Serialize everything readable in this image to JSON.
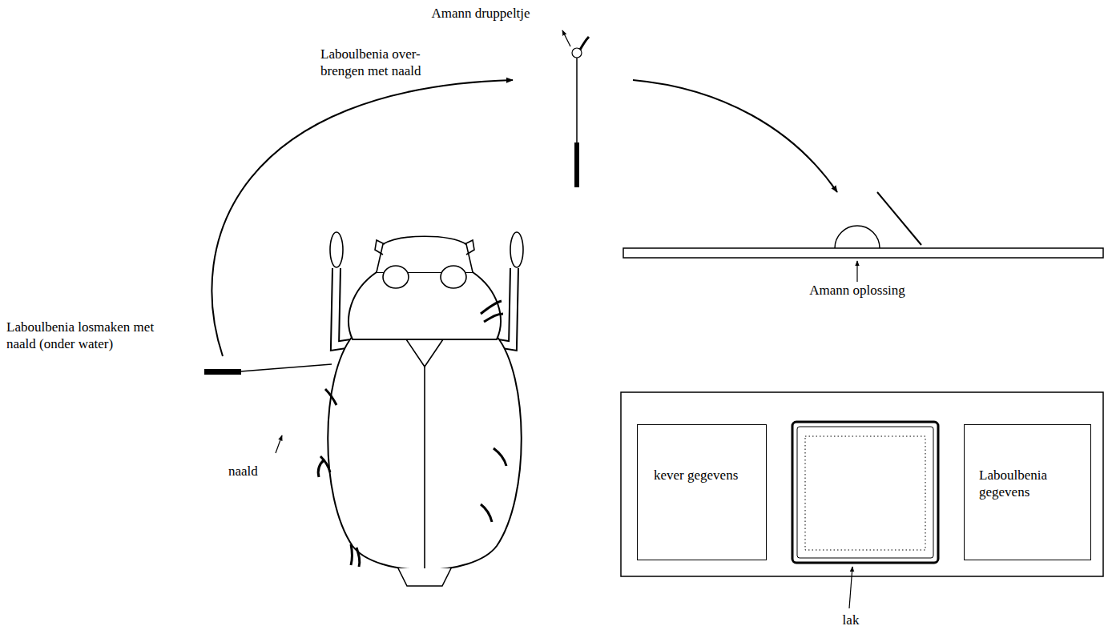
{
  "diagram": {
    "nodes": [
      {
        "text": [
          "kever gegevens"
        ]
      },
      {
        "text": [
          "Laboulbenia gegevens"
        ]
      }
    ],
    "labels": [
      "Amann druppeltje",
      "Laboulbenia over- brengen met naald",
      "Laboulbenia losmaken met naald (onder water)",
      "naald",
      "Amann oplossing",
      "lak"
    ]
  }
}
